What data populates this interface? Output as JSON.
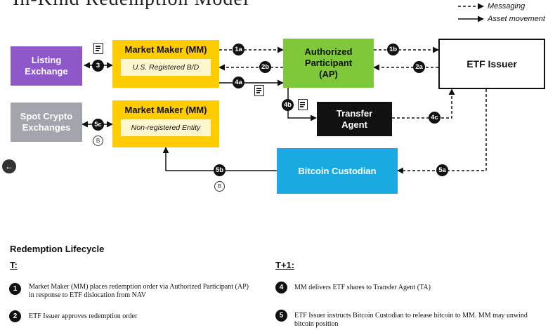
{
  "title": "In-Kind Redemption Model",
  "legend": {
    "messaging": "Messaging",
    "asset_movement": "Asset movement"
  },
  "boxes": {
    "listing_exchange": "Listing Exchange",
    "spot_crypto_exchanges": "Spot Crypto Exchanges",
    "mm_registered_title": "Market Maker (MM)",
    "mm_registered_sub": "U.S. Registered B/D",
    "mm_nonregistered_title": "Market Maker (MM)",
    "mm_nonregistered_sub": "Non-registered Entity",
    "authorized_participant": "Authorized Participant (AP)",
    "etf_issuer": "ETF Issuer",
    "transfer_agent": "Transfer Agent",
    "bitcoin_custodian": "Bitcoin Custodian"
  },
  "steps": {
    "s1a": "1a",
    "s1b": "1b",
    "s2a": "2a",
    "s2b": "2b",
    "s3": "3",
    "s4a": "4a",
    "s4b": "4b",
    "s4c": "4c",
    "s5a": "5a",
    "s5b": "5b",
    "s5c": "5c"
  },
  "coin_symbol": "B",
  "nav_arrow": "←",
  "colors": {
    "listing_exchange": "#8e58c9",
    "spot_crypto": "#a4a4ad",
    "market_maker": "#ffcc00",
    "mm_sub": "#fff6cf",
    "authorized_participant": "#7fc83a",
    "transfer_agent": "#111111",
    "bitcoin_custodian": "#1aa9e0"
  },
  "lifecycle": {
    "heading": "Redemption Lifecycle",
    "t_label": "T:",
    "t1_label": "T+1:",
    "items": [
      {
        "num": "1",
        "text": "Market Maker (MM) places redemption order via Authorized Participant (AP) in response to ETF dislocation from NAV"
      },
      {
        "num": "2",
        "text": "ETF Issuer approves redemption order"
      },
      {
        "num": "4",
        "text": "MM delivers ETF shares to Transfer Agent (TA)"
      },
      {
        "num": "5",
        "text": "ETF Issuer instructs Bitcoin Custodian to release bitcoin to MM. MM may unwind bitcoin position"
      }
    ]
  }
}
